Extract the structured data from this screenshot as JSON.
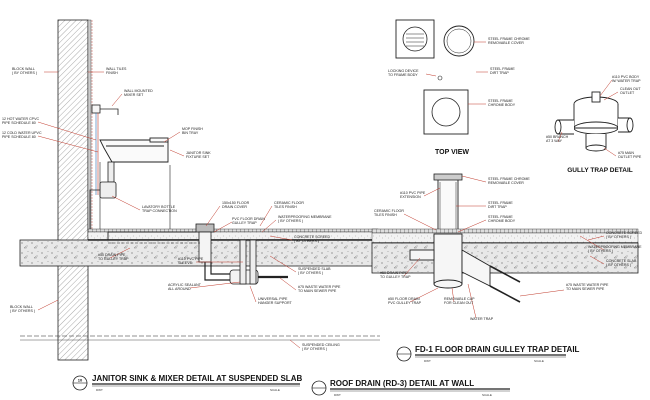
{
  "janitor_detail": {
    "labels": {
      "block_wall_top": [
        "BLOCK WALL",
        "( BY OTHERS )"
      ],
      "wall_tiles": [
        "WALL TILES",
        "FINISH"
      ],
      "wall_mixer": [
        "WALL MOUNTED",
        "MIXER SET"
      ],
      "hot_water": [
        "12 HOT WATER CPVC",
        "PIPE SCHEDULE 80"
      ],
      "cold_water": [
        "12 COLD WATER UPVC",
        "PIPE SCHEDULE 80"
      ],
      "mop_finish": [
        "MOP FINISH",
        "BIN TRAY"
      ],
      "janitor_sink": [
        "JANITOR SINK",
        "FIXTURE SET"
      ],
      "lavatory_bottle": [
        "LAVATORY BOTTLE",
        "TRAP CONNECTION"
      ],
      "floor_drain_cover": [
        "150x150 FLOOR",
        "DRAIN COVER"
      ],
      "pvc_floor_drain": [
        "PVC FLOOR DRAIN",
        "GULLEY TRAP"
      ],
      "ceramic_tiles": [
        "CERAMIC FLOOR",
        "TILES FINISH"
      ],
      "waterproofing": [
        "WATERPROOFING MEMBRANE",
        "( BY OTHERS )"
      ],
      "concrete_screed": [
        "CONCRETE SCREED",
        "( BY OTHERS )"
      ],
      "drain_pipe": [
        "#50 DRAIN PIPE",
        "TO GULLEY TRAP"
      ],
      "pvc_sleeve": [
        "#110 PVC PIPE",
        "SLEEVE"
      ],
      "acrylic": [
        "ACRYLIC SEALANT",
        "ALL AROUND"
      ],
      "suspended_slab": [
        "SUSPENDED SLAB",
        "( BY OTHERS )"
      ],
      "waste_pipe": [
        "#75 WASTE WATER PIPE",
        "TO MAIN SEWER PIPE"
      ],
      "universal_pipe": [
        "UNIVERSAL PIPE",
        "HANGER SUPPORT"
      ],
      "block_wall_bottom": [
        "BLOCK WALL",
        "( BY OTHERS )"
      ],
      "suspended_ceiling": [
        "SUSPENDED CEILING",
        "( BY OTHERS )"
      ]
    },
    "title": "JANITOR SINK & MIXER DETAIL AT SUSPENDED SLAB",
    "tag": "10",
    "sub": [
      "DWT",
      "SCALE"
    ]
  },
  "top_view": {
    "title": "TOP VIEW",
    "labels": {
      "removable_cover": [
        "STEEL FRAME CHROME",
        "REMOVABLE COVER"
      ],
      "locking": [
        "LOCKING DEVICE",
        "TO FRAME BODY"
      ],
      "dirt_trap": [
        "STEEL FRAME",
        "DIRT TRAP"
      ],
      "chrome_body": [
        "STEEL FRAME",
        "CHROME BODY"
      ]
    }
  },
  "gully_detail": {
    "title": "GULLY TRAP DETAIL",
    "labels": {
      "pvc_body": [
        "#110 PVC BODY",
        "W/ WATER TRAP"
      ],
      "clean_out": [
        "CLEAN OUT",
        "OUTLET"
      ],
      "branch": [
        "#50 BRANCH",
        "AT 3 WAY"
      ],
      "main_outlet": [
        "#75 MAIN",
        "OUTLET PIPE"
      ]
    }
  },
  "fd1_detail": {
    "labels": {
      "removable_cover": [
        "STEEL FRAME CHROME",
        "REMOVABLE COVER"
      ],
      "pvc_extension": [
        "#110 PVC PIPE",
        "EXTENSION"
      ],
      "dirt_trap": [
        "STEEL FRAME",
        "DIRT TRAP"
      ],
      "ceramic": [
        "CERAMIC FLOOR",
        "TILES FINISH"
      ],
      "chrome_body": [
        "STEEL FRAME",
        "CHROME BODY"
      ],
      "concrete_screed": [
        "CONCRETE SCREED",
        "( BY OTHERS )"
      ],
      "waterproofing": [
        "WATERPROOFING MEMBRANE",
        "( BY OTHERS )"
      ],
      "concrete_slab": [
        "CONCRETE SLAB",
        "( BY OTHERS )"
      ],
      "drain_pipe": [
        "#50 DRAIN PIPE",
        "TO GULLEY TRAP"
      ],
      "waste_pipe": [
        "#75 WASTE WATER PIPE",
        "TO MAIN SEWER PIPE"
      ],
      "gulley_trap": [
        "#50 FLOOR DRAIN",
        "PVC GULLEY TRAP"
      ],
      "removable_cap": [
        "REMOVABLE CAP",
        "FOR CLEAN OUT"
      ],
      "water_trap": [
        "WATER TRAP"
      ]
    },
    "title": "FD-1 FLOOR DRAIN GULLEY TRAP DETAIL",
    "tag": "",
    "sub": [
      "DWT",
      "SCALE"
    ]
  },
  "roof_drain": {
    "title": "ROOF DRAIN (RD-3) DETAIL AT WALL",
    "tag": "",
    "sub": [
      "DWT",
      "SCALE"
    ]
  }
}
